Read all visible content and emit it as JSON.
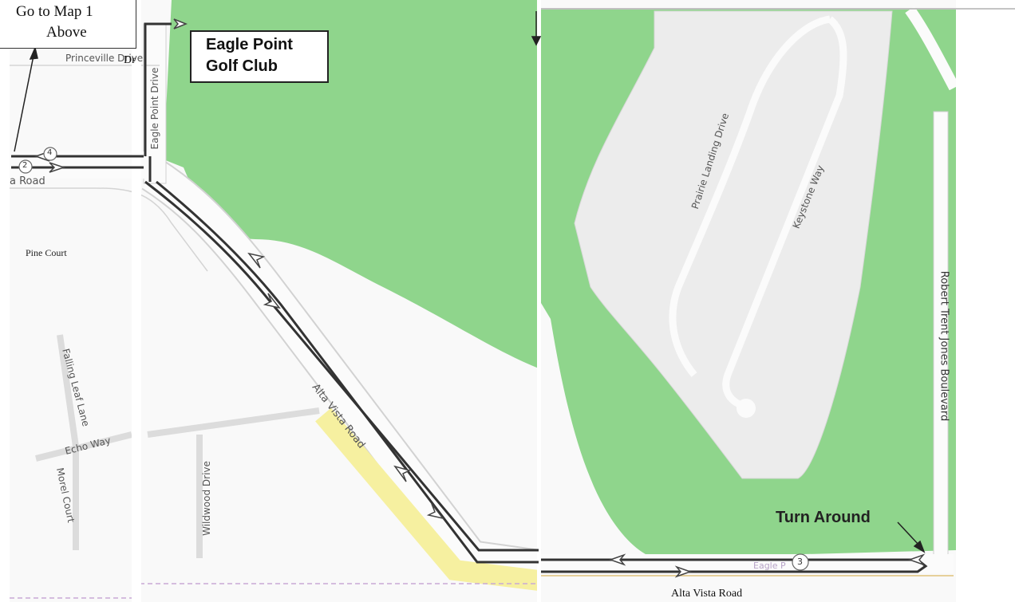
{
  "callouts": {
    "goto_line1": "Go to Map 1",
    "goto_line2": "Above",
    "golf_line1": "Eagle Point",
    "golf_line2": "Golf Club",
    "turn_around": "Turn Around"
  },
  "streets": {
    "princeville": "Princeville Drive",
    "dr_fragment": "Dr",
    "a_road": "a Road",
    "pine_court": "Pine Court",
    "eagle_point_drive": "Eagle Point Drive",
    "falling_leaf": "Falling Leaf Lane",
    "echo_way": "Echo Way",
    "morel_court": "Morel Court",
    "wildwood": "Wildwood Drive",
    "alta_vista_diag": "Alta Vista Road",
    "alta_vista_bottom": "Alta Vista Road",
    "prairie_landing": "Prairie Landing Drive",
    "keystone": "Keystone Way",
    "robert_trent_jones": "Robert Trent Jones Boulevard",
    "eagle_pt_fragment": "Eagle P"
  },
  "markers": {
    "m4": "4",
    "m2": "2",
    "m3": "3"
  },
  "colors": {
    "green": "#8fd58c",
    "road_fill": "#fbfbfb",
    "road_edge": "#c9c9c9",
    "route": "#333333",
    "highlight": "#f6f0a0",
    "block": "#ededed"
  }
}
